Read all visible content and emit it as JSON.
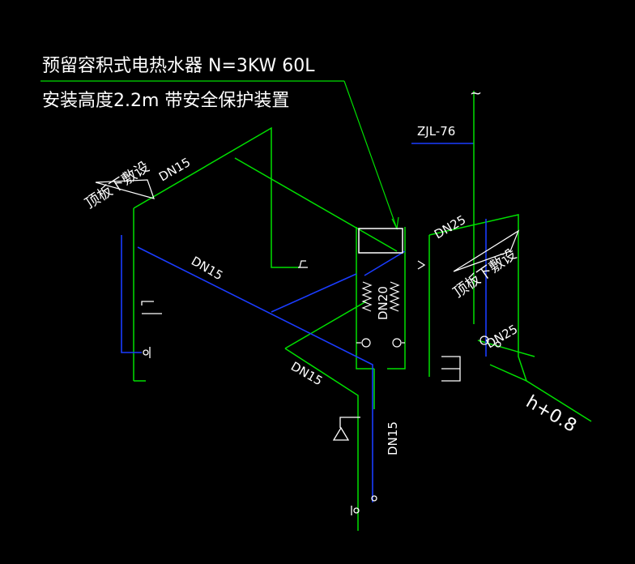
{
  "colors": {
    "background": "#000000",
    "pipe_green": "#00e000",
    "pipe_blue": "#1a3cff",
    "text": "#ffffff"
  },
  "notes": {
    "heater_line1": "预留容积式电热水器 N=3KW 60L",
    "heater_line2": "安装高度2.2m 带安全保护装置"
  },
  "labels": {
    "riser": "ZJL-76",
    "ceiling_left": "顶板下敷设",
    "ceiling_right": "顶板下敷设",
    "dn15_top": "DN15",
    "dn15_blue": "DN15",
    "dn15_bottom": "DN15",
    "dn15_vertical": "DN15",
    "dn20": "DN20",
    "dn25_top": "DN25",
    "dn25_right": "DN25",
    "elevation": "h+0.8",
    "break_mark": "~"
  },
  "icons": {
    "heater": "water-heater-box",
    "valve": "valve-icon",
    "tap": "faucet-icon",
    "coil": "zigzag-coil-icon"
  }
}
